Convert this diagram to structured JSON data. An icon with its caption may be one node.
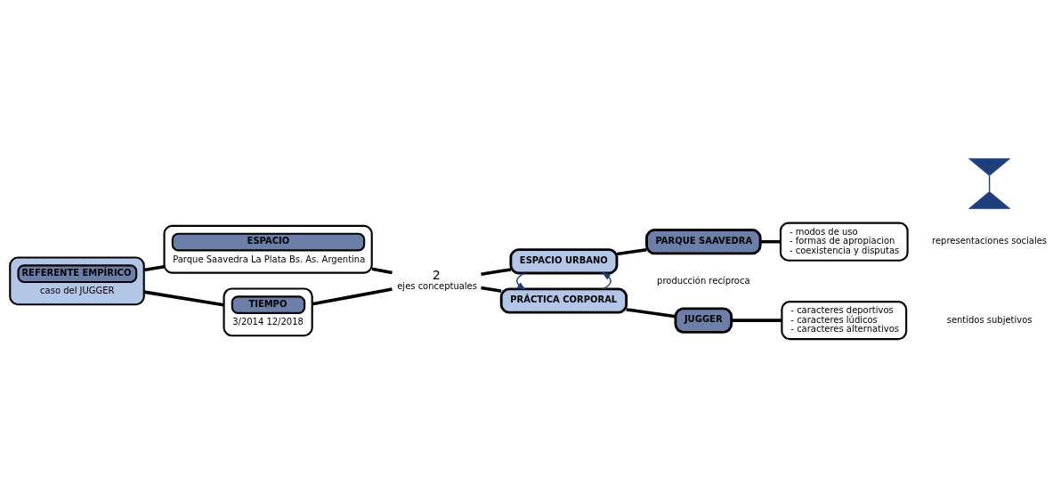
{
  "diagram": {
    "nodes": [
      {
        "text": [
          "REFERENTE EMPÍRICO",
          "caso del JUGGER"
        ]
      },
      {
        "text": [
          "ESPACIO",
          "Parque Saavedra La Plata Bs. As. Argentina"
        ]
      },
      {
        "text": [
          "TIEMPO",
          "3/2014 12/2018"
        ]
      },
      {
        "text": [
          "2",
          "ejes conceptuales"
        ]
      },
      {
        "text": [
          "ESPACIO URBANO"
        ]
      },
      {
        "text": [
          "PARQUE SAAVEDRA"
        ]
      },
      {
        "text": [
          "- modos de uso",
          "- formas de apropiacion",
          "- coexistencia y disputas"
        ]
      },
      {
        "text": [
          "PRÁCTICA CORPORAL"
        ]
      },
      {
        "text": [
          "JUGGER"
        ]
      },
      {
        "text": [
          "- caracteres deportivos",
          "- caracteres lúdicos",
          "- caracteres alternativos"
        ]
      },
      {
        "text": [],
        "shape": "triangle"
      },
      {
        "text": [],
        "shape": "triangle"
      }
    ],
    "edges": [
      {
        "from": 0,
        "to": 1,
        "arrow": "none"
      },
      {
        "from": 0,
        "to": 2,
        "arrow": "none"
      },
      {
        "from": 1,
        "to": 3,
        "arrow": "none"
      },
      {
        "from": 2,
        "to": 3,
        "arrow": "none"
      },
      {
        "from": 3,
        "to": 4,
        "arrow": "none"
      },
      {
        "from": 3,
        "to": 7,
        "arrow": "none"
      },
      {
        "from": 4,
        "to": 5,
        "arrow": "none"
      },
      {
        "from": 5,
        "to": 6,
        "arrow": "none"
      },
      {
        "from": 7,
        "to": 8,
        "arrow": "none"
      },
      {
        "from": 8,
        "to": 9,
        "arrow": "none"
      },
      {
        "from": 7,
        "to": 4,
        "arrow": "to",
        "color": "#1f3f7a"
      },
      {
        "from": 4,
        "to": 7,
        "arrow": "to",
        "color": "#1f3f7a"
      },
      {
        "from": 10,
        "to": 11,
        "arrow": "none",
        "color": "#1f3f7a"
      }
    ],
    "labels": [
      "producción recíproca",
      "representaciones sociales",
      "sentidos subjetivos"
    ]
  }
}
